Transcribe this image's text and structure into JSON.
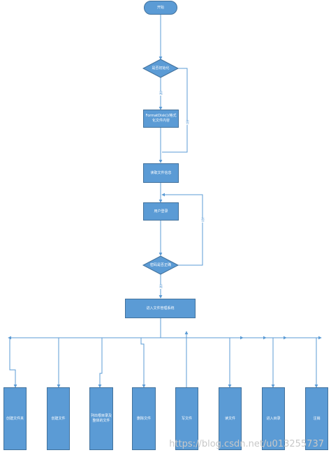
{
  "flowchart": {
    "start": "开始",
    "decision_init": "是否初始化",
    "format": "FormatDisk()/格式化文件内容",
    "read_info": "读取文件信息",
    "login": "用户登录",
    "decision_pwd": "密码是否正确",
    "enter_system": "进入文件管理系统",
    "edge_yes_1": "是",
    "edge_no_1": "否",
    "edge_no_2": "否",
    "edge_yes_2": "是",
    "ops": [
      "创建文件夹",
      "创建文件",
      "列出根目录及整体的文件",
      "删除文件",
      "写文件",
      "读文件",
      "进入目录",
      "注销"
    ]
  },
  "watermark": "https://blog.csdn.net/u013255737",
  "colors": {
    "node_fill": "#5b9bd5",
    "node_border": "#41719c",
    "line": "#5b9bd5"
  }
}
